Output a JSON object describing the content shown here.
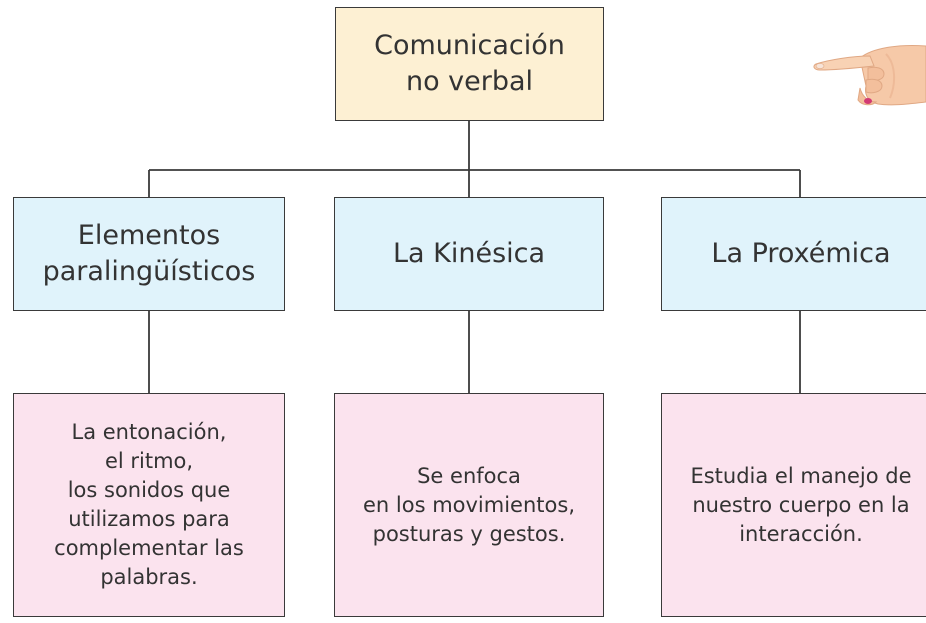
{
  "colors": {
    "root_fill": "#fdf0d3",
    "level1_fill": "#e0f3fb",
    "level2_fill": "#fbe3ee",
    "line": "#3a3a3a",
    "text": "#333333"
  },
  "root": {
    "label": "Comunicación\nno verbal"
  },
  "branches": [
    {
      "title": "Elementos\nparalingüísticos",
      "description": "La entonación,\nel ritmo,\nlos sonidos que\nutilizamos para\ncomplementar las\npalabras."
    },
    {
      "title": "La Kinésica",
      "description": "Se enfoca\nen los movimientos,\nposturas y gestos."
    },
    {
      "title": "La Proxémica",
      "description": "Estudia el manejo de\nnuestro cuerpo en la\ninteracción."
    }
  ],
  "decoration": {
    "icon": "pointing-hand-icon"
  }
}
